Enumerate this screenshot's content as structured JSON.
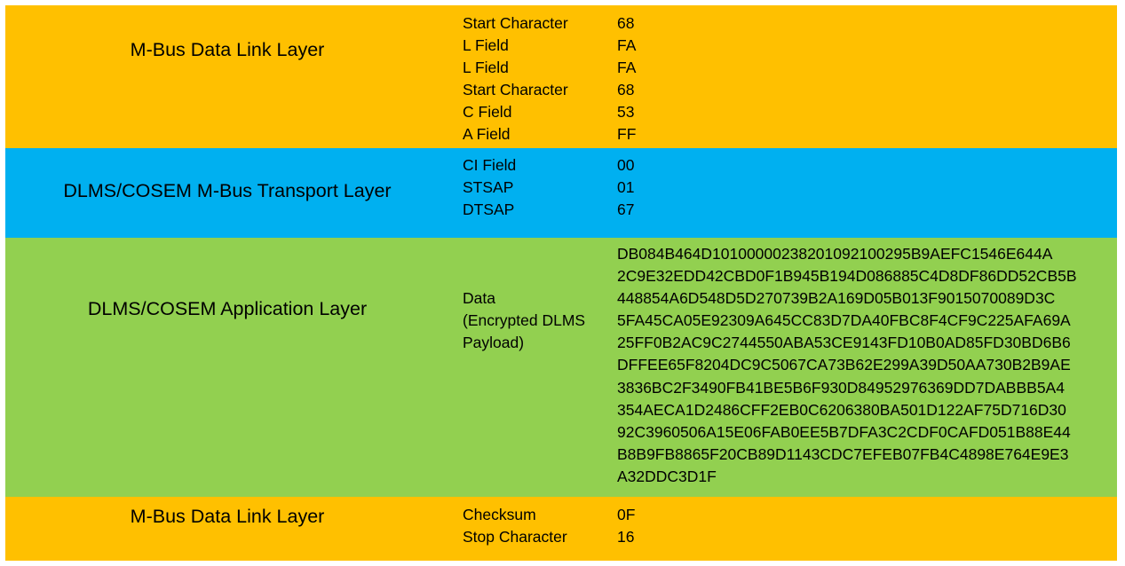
{
  "colors": {
    "link_layer": "#FFC000",
    "transport_layer": "#00B0F0",
    "application_layer": "#92D050"
  },
  "layers": [
    {
      "title": "M-Bus Data Link Layer",
      "fields": [
        {
          "name": "Start Character",
          "value": "68"
        },
        {
          "name": "L Field",
          "value": "FA"
        },
        {
          "name": "L Field",
          "value": "FA"
        },
        {
          "name": "Start Character",
          "value": "68"
        },
        {
          "name": "C Field",
          "value": "53"
        },
        {
          "name": "A Field",
          "value": "FF"
        }
      ]
    },
    {
      "title": "DLMS/COSEM M-Bus Transport Layer",
      "fields": [
        {
          "name": "CI Field",
          "value": "00"
        },
        {
          "name": "STSAP",
          "value": "01"
        },
        {
          "name": "DTSAP",
          "value": "67"
        }
      ]
    },
    {
      "title": "DLMS/COSEM Application Layer",
      "data_label_lines": [
        "Data",
        "(Encrypted DLMS",
        "Payload)"
      ],
      "data_lines": [
        "DB084B464D101000002382010921002 95B9AEFC1546E644A",
        "2C9E32EDD42CBD0F1B945B194D086885C4D8DF86DD52CB5B",
        "448854A6D548D5D270739B2A169D05B013F9015070089D3C",
        "5FA45CA05E92309A645CC83D7DA40FBC8F4CF9C225AFA69A",
        "25FF0B2AC9C2744550ABA53CE9143FD10B0AD85FD30BD6B6",
        "DFFEE65F8204DC9C5067CA73B62E299A39D50AA730B2B9AE",
        "3836BC2F3490FB41BE5B6F930D84952976369DD7DABBB5A4",
        "354AECA1D2486CFF2EB0C6206380BA501D122AF75D716D30",
        "92C3960506A15E06FAB0EE5B7DFA3C2CDF0CAFD051B88E44",
        "B8B9FB8865F20CB89D1143CDC7EFEB07FB4C4898E764E9E3",
        "A32DDC3D1F"
      ]
    },
    {
      "title": "M-Bus Data Link Layer",
      "fields": [
        {
          "name": "Checksum",
          "value": "0F"
        },
        {
          "name": "Stop Character",
          "value": "16"
        }
      ]
    }
  ]
}
